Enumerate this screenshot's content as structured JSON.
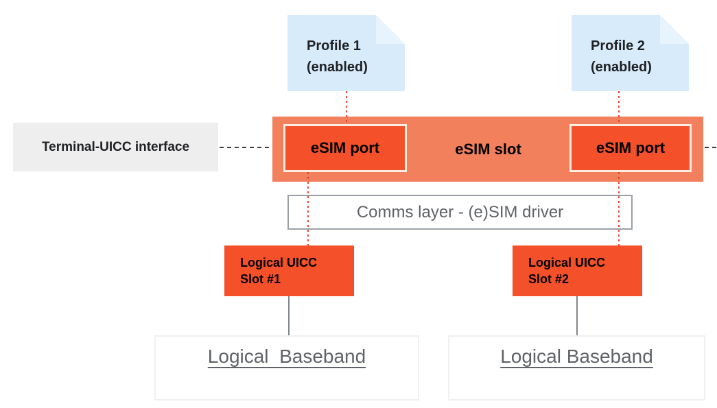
{
  "colors": {
    "profile-blue": "#D7EBFB",
    "profile-fold-blue": "#E7F4FD",
    "slot-salmon": "#F2805C",
    "port-orange": "#F4502A",
    "port-border": "#FAEDE4",
    "label-gray-bg": "#EEEEEE",
    "text-dark": "#202124",
    "text-gray": "#5F6368",
    "box-border-gray": "#9AA0A6",
    "baseband-border": "#F0F0F0",
    "red-dotted": "#E94330",
    "dash-dark": "#3C4043",
    "line-gray": "#80868B"
  },
  "nodes": {
    "profile1": {
      "line1": "Profile 1",
      "line2": "(enabled)"
    },
    "profile2": {
      "line1": "Profile 2",
      "line2": "(enabled)"
    },
    "terminal_interface": {
      "label": "Terminal-UICC interface"
    },
    "esim_slot": {
      "label": "eSIM slot"
    },
    "esim_port1": {
      "label": "eSIM port"
    },
    "esim_port2": {
      "label": "eSIM port"
    },
    "comms_layer": {
      "label": "Comms layer - (e)SIM driver"
    },
    "uicc_slot1": {
      "line1": "Logical UICC",
      "line2": "Slot #1"
    },
    "uicc_slot2": {
      "line1": "Logical UICC",
      "line2": "Slot #2"
    },
    "baseband1": {
      "label": "Logical  Baseband"
    },
    "baseband2": {
      "label": "Logical Baseband"
    }
  }
}
